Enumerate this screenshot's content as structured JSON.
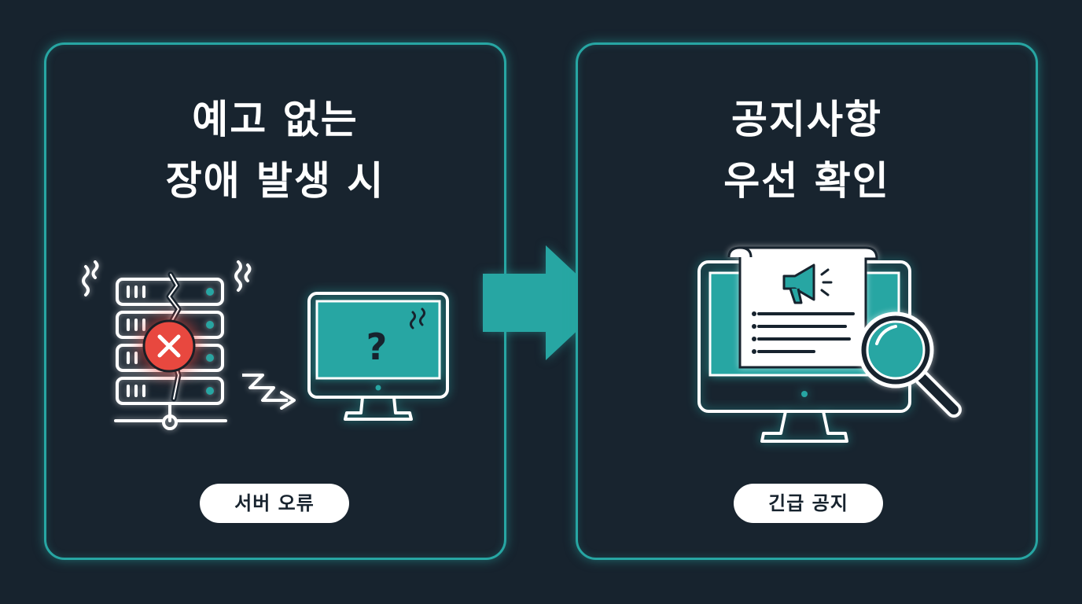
{
  "colors": {
    "background": "#17232e",
    "accent": "#27a6a3",
    "error": "#e8483f",
    "text": "#ffffff"
  },
  "left_panel": {
    "title_lines": [
      "예고 없는",
      "장애 발생 시"
    ],
    "badge": "서버 오류",
    "icons": [
      "server-rack-icon",
      "error-x-icon",
      "zigzag-arrow-icon",
      "monitor-question-icon"
    ],
    "monitor_symbol": "?"
  },
  "arrow_icon": "right-arrow-icon",
  "right_panel": {
    "title_lines": [
      "공지사항",
      "우선 확인"
    ],
    "badge": "긴급 공지",
    "icons": [
      "monitor-icon",
      "notice-document-icon",
      "megaphone-icon",
      "magnifier-icon"
    ]
  }
}
